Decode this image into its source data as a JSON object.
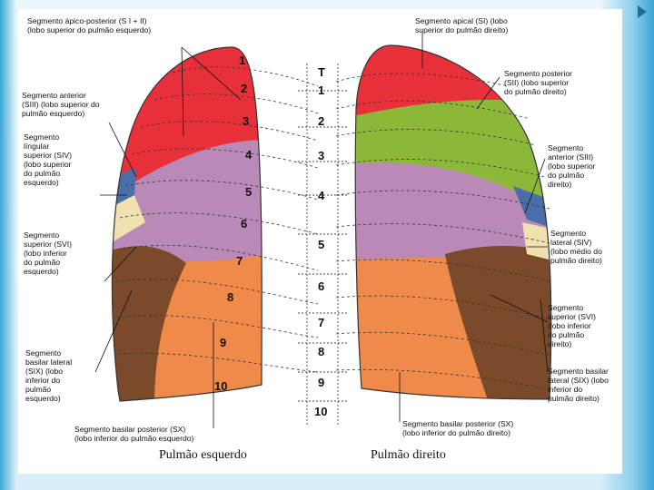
{
  "labels": {
    "apico_posterior": "Segmento ápico-posterior (S I + II)\n(lobo superior do pulmão esquerdo)",
    "anterior_left": "Segmento anterior\n(SIII) (lobo superior do\npulmão esquerdo)",
    "lingular_superior": "Segmento\nlíngular\nsuperior (SIV)\n(lobo superior\ndo pulmão\nesquerdo)",
    "superior_left": "Segmento\nsuperior (SVI)\n(lobo inferior\ndo pulmão\nesquerdo)",
    "basilar_lateral_left": "Segmento\nbasilar lateral\n(SIX) (lobo\ninferior do\npulmão\nesquerdo)",
    "basilar_posterior_left": "Segmento basilar posterior (SX)\n(lobo inferior do pulmão esquerdo)",
    "apical_right": "Segmento apical (SI) (lobo\nsuperior do pulmão direito)",
    "posterior_right": "Segmento posterior\n(SII) (lobo superior\ndo pulmão direito)",
    "anterior_right": "Segmento\nanterior (SIII)\n(lobo superior\ndo pulmão\ndireito)",
    "lateral_right": "Segmento\nlateral (SIV)\n(lobo médio do\npulmão direito)",
    "superior_right": "Segmento\nsuperior (SVI)\n(lobo inferior\ndo pulmão\ndireito)",
    "basilar_lateral_right": "Segmento basilar\nlateral (SIX) (lobo\ninferior do\npulmão direito)",
    "basilar_posterior_right": "Segmento basilar posterior (SX)\n(lobo inferior do pulmão direito)"
  },
  "captions": {
    "left": "Pulmão esquerdo",
    "right": "Pulmão direito"
  },
  "rib_numbers": [
    "1",
    "2",
    "3",
    "4",
    "5",
    "6",
    "7",
    "8",
    "9",
    "10"
  ],
  "vertebra_numbers": [
    "T",
    "1",
    "2",
    "3",
    "4",
    "5",
    "6",
    "7",
    "8",
    "9",
    "10"
  ],
  "colors": {
    "red": "#e8303a",
    "violet": "#b98ab8",
    "orange": "#f08a4a",
    "green": "#8cb83a",
    "brown": "#7a4a2a",
    "cream": "#efe2b0",
    "blue": "#4a6fa8"
  }
}
